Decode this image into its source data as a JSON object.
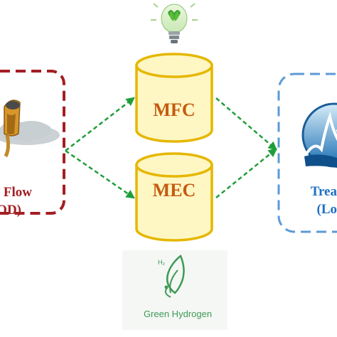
{
  "left_box": {
    "line1": "er Flow",
    "line2": "COD)",
    "color": "#a31e23"
  },
  "right_box": {
    "line1": "Trea",
    "line2": "(Lo",
    "color": "#5b9bd5"
  },
  "mfc": {
    "label": "MFC"
  },
  "mec": {
    "label": "MEC"
  },
  "cylinder": {
    "fill": "#fef6c3",
    "stroke": "#e5b700",
    "text_color": "#c55a11"
  },
  "arrow_color": "#1f9e3a",
  "green_hydrogen": {
    "symbol": "H₂",
    "label": "Green Hydrogen",
    "color": "#3e9a54"
  },
  "icons": {
    "bulb": "eco-light-bulb-icon",
    "oil": "oil-spill-icon",
    "water": "water-wave-icon",
    "leaf": "leaf-icon"
  }
}
